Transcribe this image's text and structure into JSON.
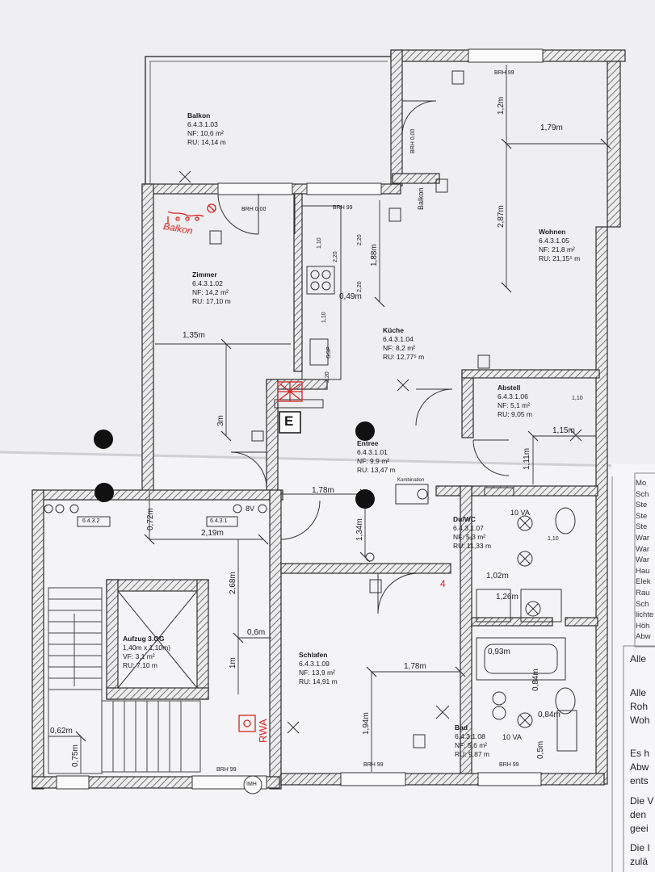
{
  "rooms": {
    "balkon": {
      "name": "Balkon",
      "id": "6.4.3.1.03",
      "nf": "NF:  10,6 m²",
      "ru": "RU: 14,14 m"
    },
    "wohnen": {
      "name": "Wohnen",
      "id": "6.4.3.1.05",
      "nf": "NF:   21,8 m²",
      "ru": "RU: 21,15⁵ m"
    },
    "zimmer": {
      "name": "Zimmer",
      "id": "6.4.3.1.02",
      "nf": "NF:  14,2 m²",
      "ru": "RU: 17,10 m"
    },
    "kueche": {
      "name": "Küche",
      "id": "6.4.3.1.04",
      "nf": "NF:     8,2 m²",
      "ru": "RU: 12,77⁵ m"
    },
    "abstell": {
      "name": "Abstell",
      "id": "6.4.3.1.06",
      "nf": "NF:   5,1 m²",
      "ru": "RU: 9,05 m"
    },
    "entree": {
      "name": "Entree",
      "id": "6.4.3.1.01",
      "nf": "NF:      9,9 m²",
      "ru": "RU: 13,47 m"
    },
    "duwc": {
      "name": "Du/WC",
      "id": "6.4.3.1.07",
      "nf": "NF:   5,3 m²",
      "ru": "RU: 11,33 m"
    },
    "schlafen": {
      "name": "Schlafen",
      "id": "6.4.3.1.09",
      "nf": "NF:   13,9 m²",
      "ru": "RU: 14,91 m"
    },
    "bad": {
      "name": "Bad",
      "id": "6.4.3.1.08",
      "nf": "NF:   5,6 m²",
      "ru": "RU: 9,87 m"
    },
    "aufzug": {
      "name": "Aufzug 3.OG",
      "size": "1,40m x 1,10m)",
      "vf": "VF:   3,1 m²",
      "ru": "RU:  7,10 m"
    }
  },
  "dimensions": {
    "d_1_2m": "1,2m",
    "d_1_79m": "1,79m",
    "d_2_87m": "2,87m",
    "d_1_88m": "1,88m",
    "d_1_35m": "1,35m",
    "d_3m": "3m",
    "d_1_15m": "1,15m",
    "d_1_11m": "1,11m",
    "d_1_78m_a": "1,78m",
    "d_1_34m": "1,34m",
    "d_0_72m": "0,72m",
    "d_2_19m": "2,19m",
    "d_2_68m": "2,68m",
    "d_0_6m": "0,6m",
    "d_1m": "1m",
    "d_1_78m_b": "1,78m",
    "d_1_94m": "1,94m",
    "d_0_62m": "0,62m",
    "d_0_75m": "0,75m",
    "d_1_02m": "1,02m",
    "d_1_26m": "1,26m",
    "d_0_93m": "0,93m",
    "d_0_84m_a": "0,84m",
    "d_0_84m_b": "0,84m",
    "d_0_5m": "0,5m",
    "d_0_49m": "0,49m"
  },
  "labels": {
    "brh99_top": "BRH 99",
    "brh99_kueche": "BRH 99",
    "brh0_zimmer": "BRH 0,00",
    "brh0_balkon": "BRH 0,00",
    "balkon_door": "Balkon",
    "brh99_schlafen": "BRH 99",
    "brh99_bad": "BRH 99",
    "brh99_stair": "BRH 99",
    "e_marker": "E",
    "unit_a": "6.4.3.2",
    "unit_b": "6.4.3.1",
    "sv": "8V",
    "kombination": "Kombination",
    "rwa": "RWA",
    "imh": "IMH",
    "gsp": "GSP",
    "hv_a": "10 VA",
    "hv_b": "10 VA",
    "k110": "1,10",
    "k220a": "2,20",
    "k220b": "2,20",
    "k220c": "2,20",
    "k110b": "1,10",
    "k220d": "2,20",
    "abstell_110": "1,10",
    "w110": "1,10"
  },
  "handwritten": {
    "balkon_note": "Balkon",
    "mark": "4"
  },
  "legend": [
    "Mo",
    "Sch",
    "Ste",
    "Ste",
    "Ste",
    "War",
    "War",
    "War",
    "Hau",
    "Elek",
    "Rau",
    "Sch",
    "lichte",
    "Höh",
    "Abw"
  ],
  "notes": [
    "Alle",
    "Alle",
    "Roh",
    "Woh",
    "Es h",
    "Abw",
    "ents",
    "Die V",
    "den",
    "geei",
    "Die I",
    "zulä"
  ],
  "colors": {
    "paper": "#f2f2f4",
    "wall": "#3a3a3a",
    "hatch": "#777",
    "red": "#d22222"
  }
}
